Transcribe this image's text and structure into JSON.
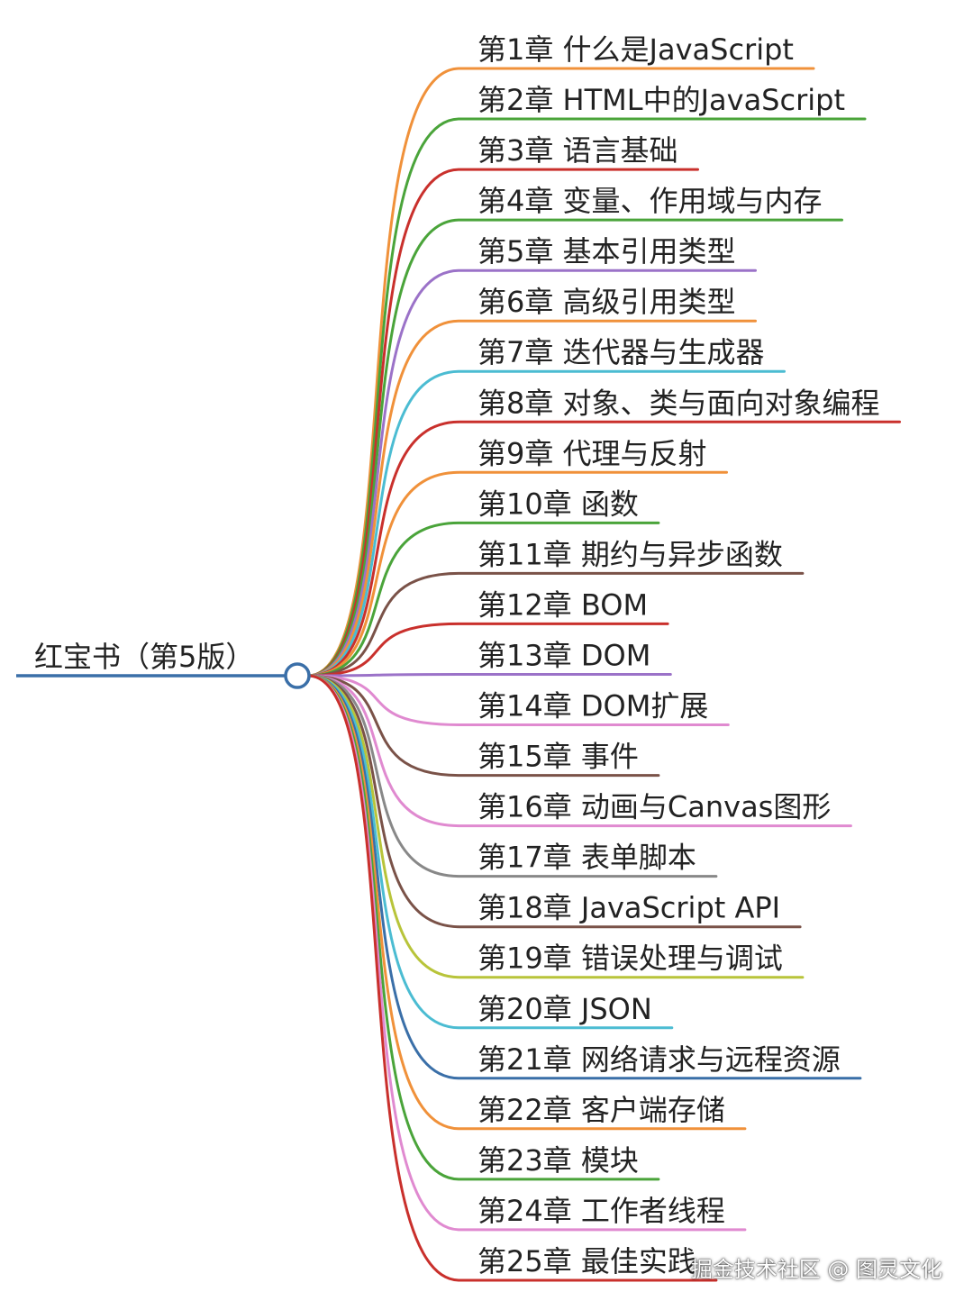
{
  "root": {
    "label": "红宝书（第5版）",
    "color": "#3a6fa8"
  },
  "branches": [
    {
      "label": "第1章  什么是JavaScript",
      "color": "#f0913a"
    },
    {
      "label": "第2章  HTML中的JavaScript",
      "color": "#4aa43a"
    },
    {
      "label": "第3章  语言基础",
      "color": "#c9302c"
    },
    {
      "label": "第4章  变量、作用域与内存",
      "color": "#4aa43a"
    },
    {
      "label": "第5章  基本引用类型",
      "color": "#9b72c8"
    },
    {
      "label": "第6章  高级引用类型",
      "color": "#f0913a"
    },
    {
      "label": "第7章  迭代器与生成器",
      "color": "#4bbcd2"
    },
    {
      "label": "第8章  对象、类与面向对象编程",
      "color": "#c9302c"
    },
    {
      "label": "第9章  代理与反射",
      "color": "#f0913a"
    },
    {
      "label": "第10章  函数",
      "color": "#4aa43a"
    },
    {
      "label": "第11章  期约与异步函数",
      "color": "#7a5248"
    },
    {
      "label": "第12章  BOM",
      "color": "#c9302c"
    },
    {
      "label": "第13章  DOM",
      "color": "#9b72c8"
    },
    {
      "label": "第14章  DOM扩展",
      "color": "#e08ad0"
    },
    {
      "label": "第15章  事件",
      "color": "#7a5248"
    },
    {
      "label": "第16章  动画与Canvas图形",
      "color": "#e08ad0"
    },
    {
      "label": "第17章  表单脚本",
      "color": "#888888"
    },
    {
      "label": "第18章  JavaScript API",
      "color": "#7a5248"
    },
    {
      "label": "第19章  错误处理与调试",
      "color": "#b8c43a"
    },
    {
      "label": "第20章  JSON",
      "color": "#4bbcd2"
    },
    {
      "label": "第21章  网络请求与远程资源",
      "color": "#3a6fa8"
    },
    {
      "label": "第22章  客户端存储",
      "color": "#f0913a"
    },
    {
      "label": "第23章  模块",
      "color": "#4aa43a"
    },
    {
      "label": "第24章  工作者线程",
      "color": "#e08ad0"
    },
    {
      "label": "第25章  最佳实践",
      "color": "#c9302c"
    }
  ],
  "watermark": "掘金技术社区 @ 图灵文化"
}
